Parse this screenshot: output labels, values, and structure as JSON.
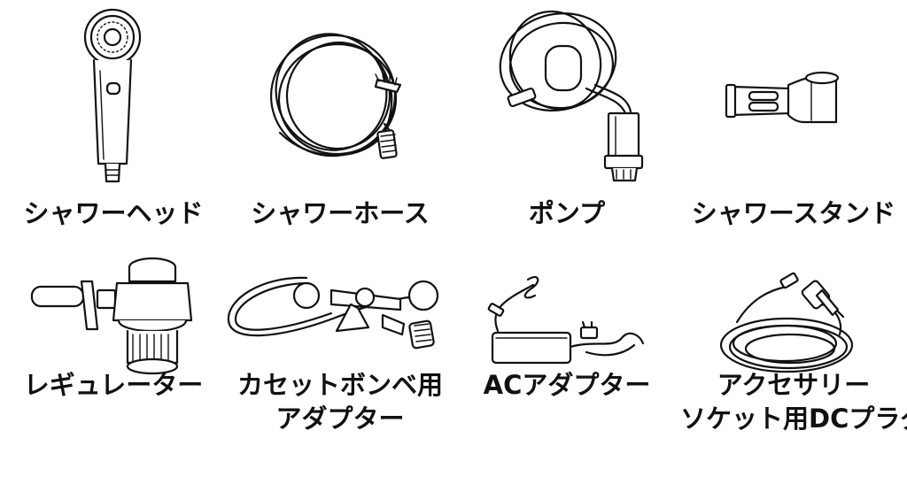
{
  "items": [
    {
      "label_lines": [
        "シャワーヘッド"
      ],
      "icon": "shower-head-icon"
    },
    {
      "label_lines": [
        "シャワーホース"
      ],
      "icon": "shower-hose-icon"
    },
    {
      "label_lines": [
        "ポンプ"
      ],
      "icon": "pump-icon"
    },
    {
      "label_lines": [
        "シャワースタンド"
      ],
      "icon": "shower-stand-icon"
    },
    {
      "label_lines": [
        "レギュレーター"
      ],
      "icon": "regulator-icon"
    },
    {
      "label_lines": [
        "カセットボンベ用",
        "アダプター"
      ],
      "icon": "gas-canister-adapter-icon"
    },
    {
      "label_lines": [
        "ACアダプター"
      ],
      "icon": "ac-adapter-icon"
    },
    {
      "label_lines": [
        "アクセサリー",
        "ソケット用DCプラグ"
      ],
      "icon": "dc-plug-icon"
    }
  ]
}
